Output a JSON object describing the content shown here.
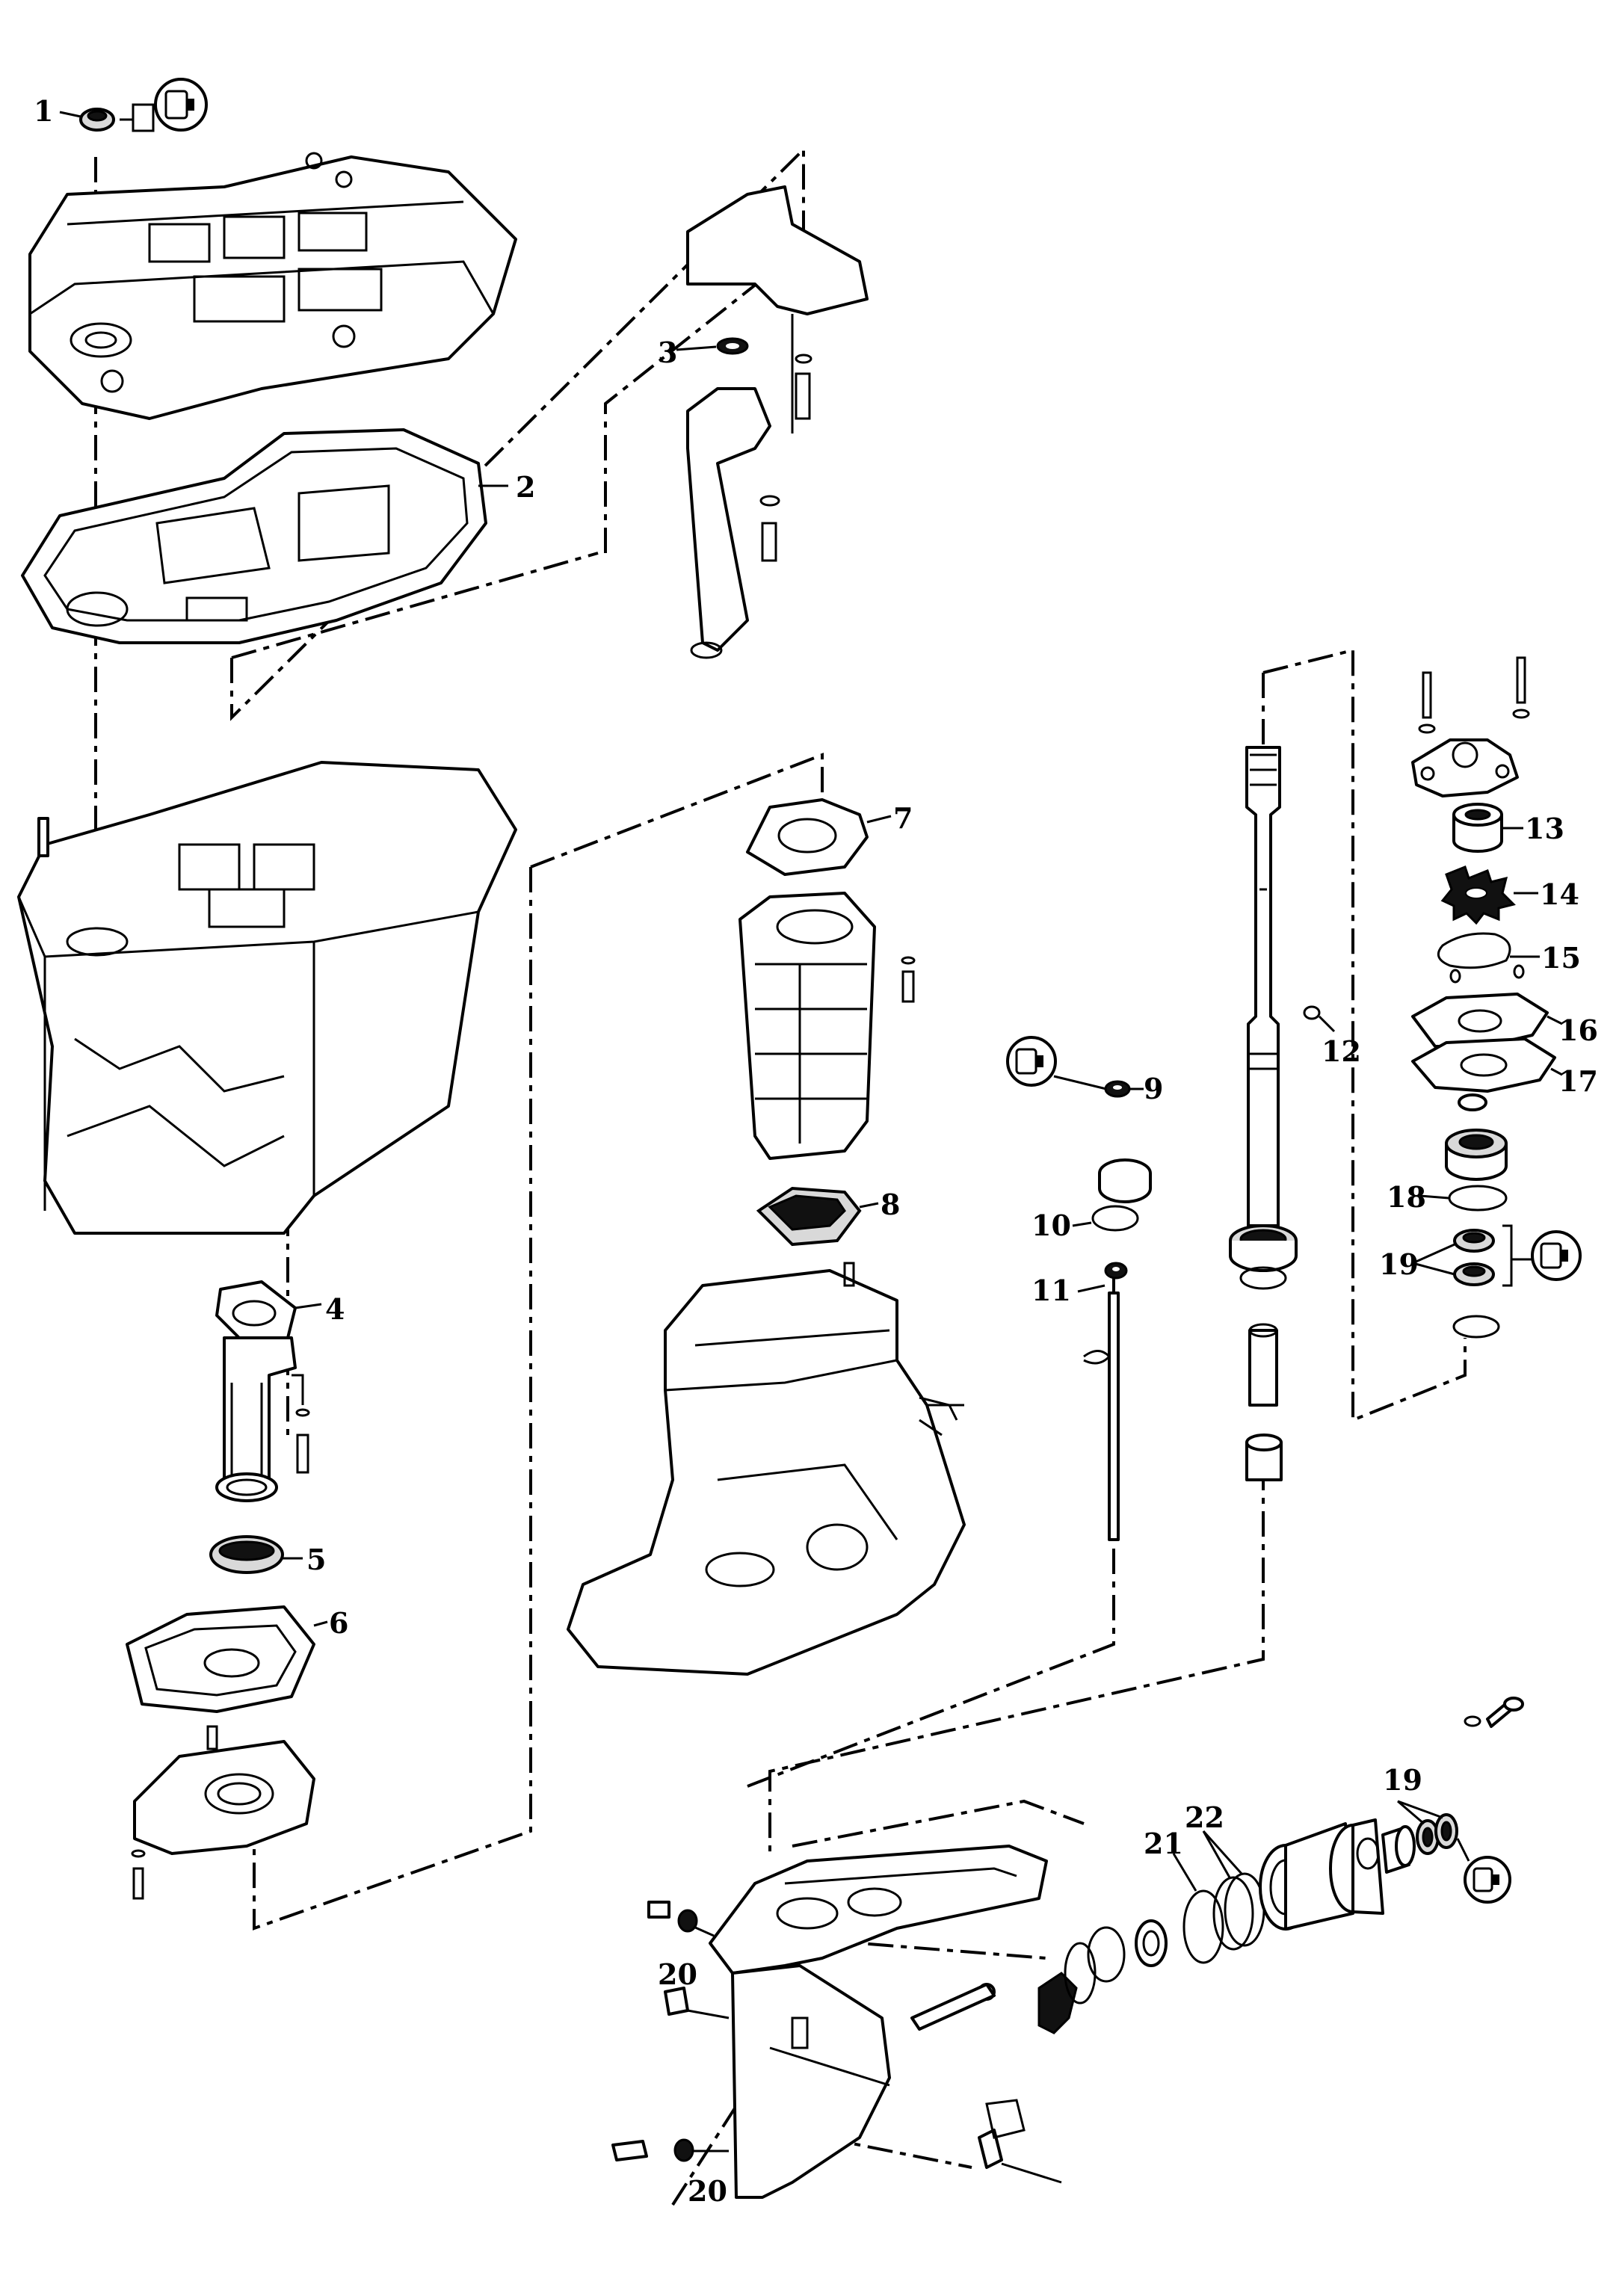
{
  "diagram": {
    "callouts": {
      "c1": "1",
      "c2": "2",
      "c3": "3",
      "c4": "4",
      "c5": "5",
      "c6": "6",
      "c7": "7",
      "c8": "8",
      "c9": "9",
      "c10": "10",
      "c11": "11",
      "c12": "12",
      "c13": "13",
      "c14": "14",
      "c15": "15",
      "c16": "16",
      "c17": "17",
      "c18": "18",
      "c19a": "19",
      "c19b": "19",
      "c20a": "20",
      "c20b": "20",
      "c21": "21",
      "c22": "22"
    },
    "icons": {
      "grease_symbol": "grease-application-icon"
    }
  }
}
